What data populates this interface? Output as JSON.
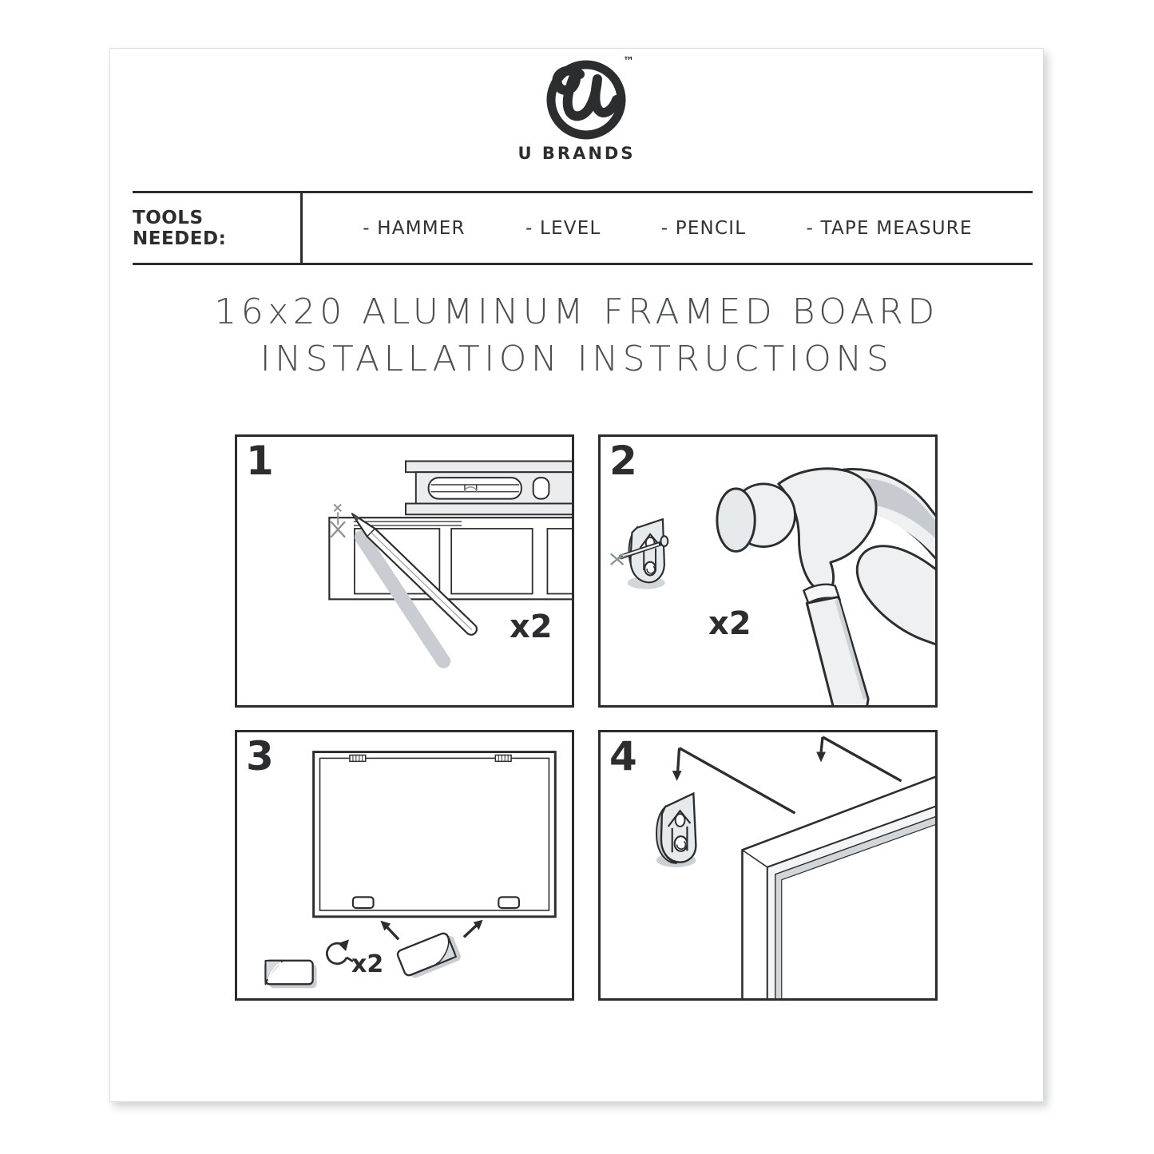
{
  "brand": {
    "name": "U BRANDS",
    "trademark": "™"
  },
  "tools_bar": {
    "label": "TOOLS NEEDED:",
    "items": [
      "- HAMMER",
      "- LEVEL",
      "- PENCIL",
      "- TAPE MEASURE"
    ]
  },
  "title": {
    "line1": "16x20 ALUMINUM FRAMED BOARD",
    "line2": "INSTALLATION INSTRUCTIONS"
  },
  "steps": [
    {
      "number": "1",
      "quantity": "x2"
    },
    {
      "number": "2",
      "quantity": "x2"
    },
    {
      "number": "3",
      "quantity": "x2"
    },
    {
      "number": "4"
    }
  ],
  "colors": {
    "outline": "#2b2d2f",
    "light_fill": "#edeff1",
    "mid_gray": "#c7cbcf",
    "pale_gray": "#e7eaec",
    "shadow_gray": "#c9cdd1",
    "mark_gray": "#8d9296"
  }
}
